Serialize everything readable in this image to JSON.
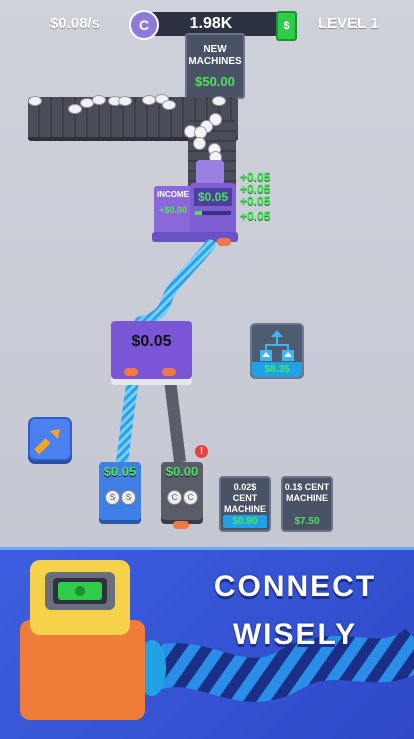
{
  "hud": {
    "income_rate": "$0.08/s",
    "coin_symbol": "C",
    "coins": "1.98K",
    "cash_symbol": "$",
    "level": "LEVEL 1"
  },
  "new_machines": {
    "label": "NEW MACHINES",
    "price": "$50.00"
  },
  "income_panel": {
    "label": "INCOME",
    "value": "+$0.00"
  },
  "top_machine": {
    "value": "$0.05"
  },
  "popups": [
    "+0.05",
    "+0.05",
    "+0.05",
    "+0.05"
  ],
  "center_machine": {
    "value": "$0.05"
  },
  "upgrade_card": {
    "price": "$8.35",
    "icon": "merge-upgrade-icon"
  },
  "slots": [
    {
      "value": "$0.05",
      "coin_symbol": "S",
      "color": "#3f7fe6"
    },
    {
      "value": "$0.00",
      "coin_symbol": "C",
      "color": "#5a5d69"
    }
  ],
  "alert_symbol": "!",
  "shop_cards": [
    {
      "label": "0.02$ CENT MACHINE",
      "price": "$0.90",
      "highlight": "#1fa3e6"
    },
    {
      "label": "0.1$ CENT MACHINE",
      "price": "$7.50",
      "highlight": "#4a5266"
    }
  ],
  "banner": {
    "line1": "CONNECT",
    "line2": "WISELY"
  },
  "colors": {
    "accent_green": "#4ee25a",
    "purple": "#7d5fd3",
    "banner_blue": "#3c5fe0"
  }
}
